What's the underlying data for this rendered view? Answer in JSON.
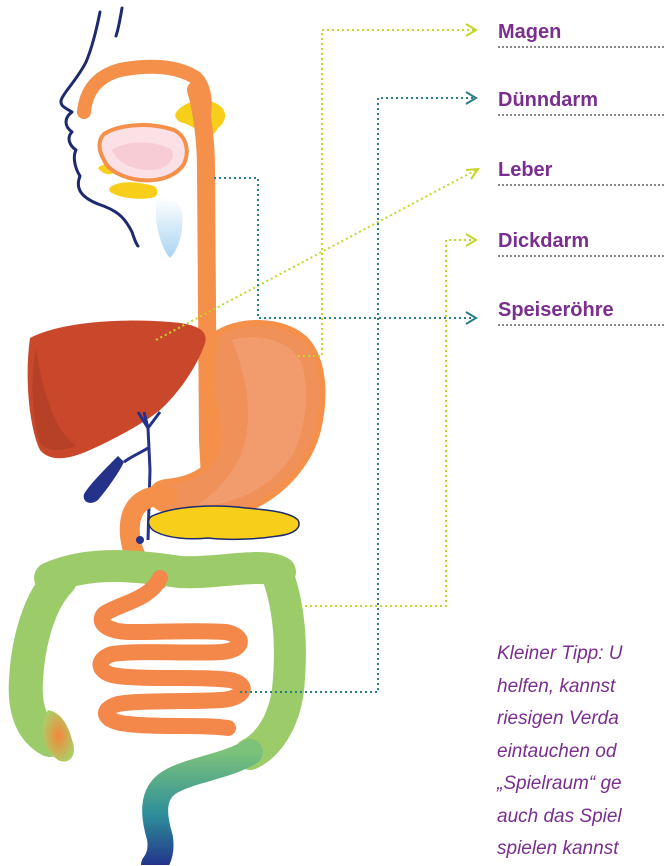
{
  "labels": {
    "magen": "Magen",
    "duenndarm": "Dünndarm",
    "leber": "Leber",
    "dickdarm": "Dickdarm",
    "speiseroehre": "Speiseröhre"
  },
  "tip": {
    "lines": [
      "Kleiner Tipp: U",
      "helfen, kannst",
      "riesigen Verda",
      "eintauchen od",
      "„Spielraum“ ge",
      "auch das Spiel",
      "spielen kannst"
    ]
  },
  "colors": {
    "label_text": "#7a2e8e",
    "leader_green": "#c5d42a",
    "leader_teal": "#2a7f86",
    "esophagus": "#f4904a",
    "liver": "#c9482c",
    "stomach": "#f0915a",
    "colon": "#9ccc6a",
    "small_intestine": "#f4874a",
    "bile": "#24328a",
    "pancreas": "#f7cf1a",
    "outline": "#1d2a6e"
  }
}
